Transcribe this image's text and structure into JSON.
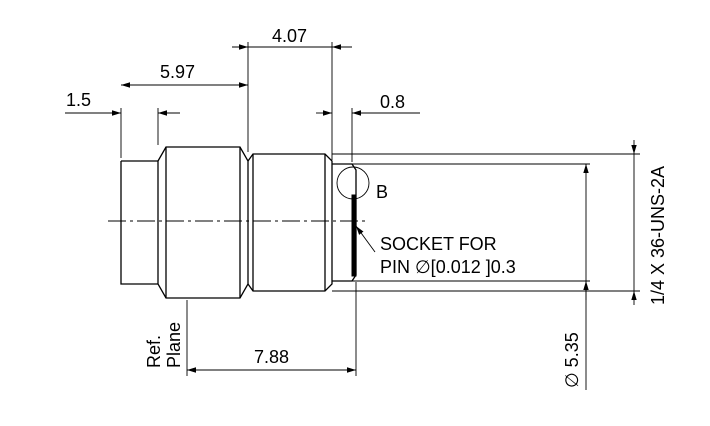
{
  "dimensions": {
    "d_1_5": "1.5",
    "d_5_97": "5.97",
    "d_4_07": "4.07",
    "d_0_8": "0.8",
    "d_7_88": "7.88",
    "d_5_35": "∅ 5.35",
    "thread": "1/4 X 36-UNS-2A"
  },
  "labels": {
    "detail_b": "B",
    "socket_line1": "SOCKET FOR",
    "socket_line2": "PIN  ∅[0.012 ]0.3",
    "ref_line1": "Ref.",
    "ref_line2": "Plane"
  }
}
